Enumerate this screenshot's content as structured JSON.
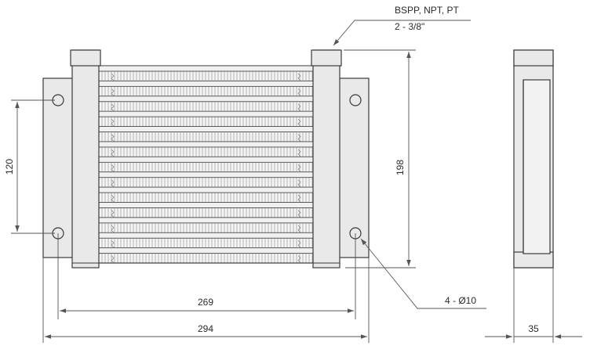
{
  "drawing": {
    "fitting_callout": {
      "line1": "BSPP, NPT, PT",
      "line2": "2 - 3/8\""
    },
    "dimensions": {
      "mount_height": "120",
      "core_height": "198",
      "hole_spacing": "269",
      "overall_width": "294",
      "depth": "35"
    },
    "hole_callout": "4 - Ø10",
    "colors": {
      "part_fill": "#e9e9e9",
      "line": "#3a3a3a",
      "fin": "#b5b5b5",
      "dim_line": "#555555"
    },
    "icons": [
      "hole-circle-icon",
      "arrowhead-icon"
    ]
  }
}
